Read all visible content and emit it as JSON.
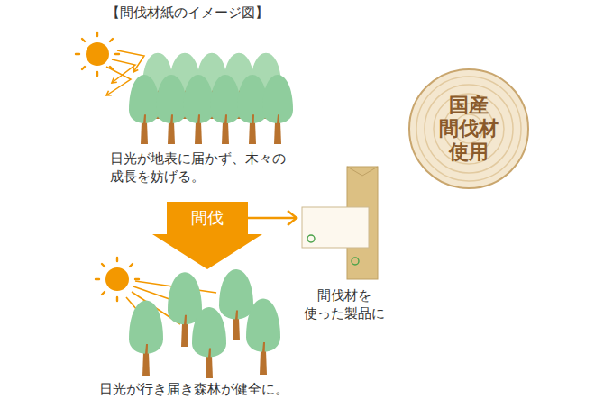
{
  "diagram": {
    "title": "【間伐材紙のイメージ図】",
    "nodes": [
      {
        "text": [
          "間伐"
        ]
      },
      {
        "text": [
          "間伐材を 使った製品に"
        ]
      },
      {
        "text": [
          "国産 間伐材 使用"
        ]
      }
    ],
    "edges": [
      {
        "from": 0,
        "to": 1,
        "arrow": "to"
      }
    ],
    "labels": [
      "日光が地表に届かず、木々の 成長を妨げる。",
      "日光が行き届き森林が健全に。"
    ]
  }
}
